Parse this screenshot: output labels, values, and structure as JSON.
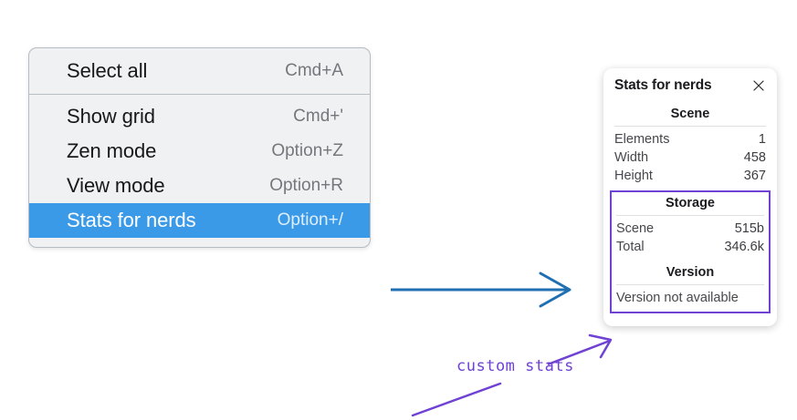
{
  "context_menu": {
    "groups": [
      {
        "items": [
          {
            "label": "Select all",
            "shortcut": "Cmd+A",
            "selected": false
          }
        ]
      },
      {
        "items": [
          {
            "label": "Show grid",
            "shortcut": "Cmd+'",
            "selected": false
          },
          {
            "label": "Zen mode",
            "shortcut": "Option+Z",
            "selected": false
          },
          {
            "label": "View mode",
            "shortcut": "Option+R",
            "selected": false
          },
          {
            "label": "Stats for nerds",
            "shortcut": "Option+/",
            "selected": true
          }
        ]
      }
    ],
    "highlight_color": "#3b9ae8"
  },
  "stats_panel": {
    "title": "Stats for nerds",
    "close_icon": "close-icon",
    "scene": {
      "heading": "Scene",
      "rows": [
        {
          "label": "Elements",
          "value": "1"
        },
        {
          "label": "Width",
          "value": "458"
        },
        {
          "label": "Height",
          "value": "367"
        }
      ]
    },
    "storage": {
      "heading": "Storage",
      "rows": [
        {
          "label": "Scene",
          "value": "515b"
        },
        {
          "label": "Total",
          "value": "346.6k"
        }
      ]
    },
    "version": {
      "heading": "Version",
      "text": "Version not available"
    },
    "highlight_border_color": "#6f42d4"
  },
  "annotations": {
    "blue_arrow_color": "#1f6fb2",
    "purple_color": "#6f42d4",
    "caption": "custom stats"
  }
}
